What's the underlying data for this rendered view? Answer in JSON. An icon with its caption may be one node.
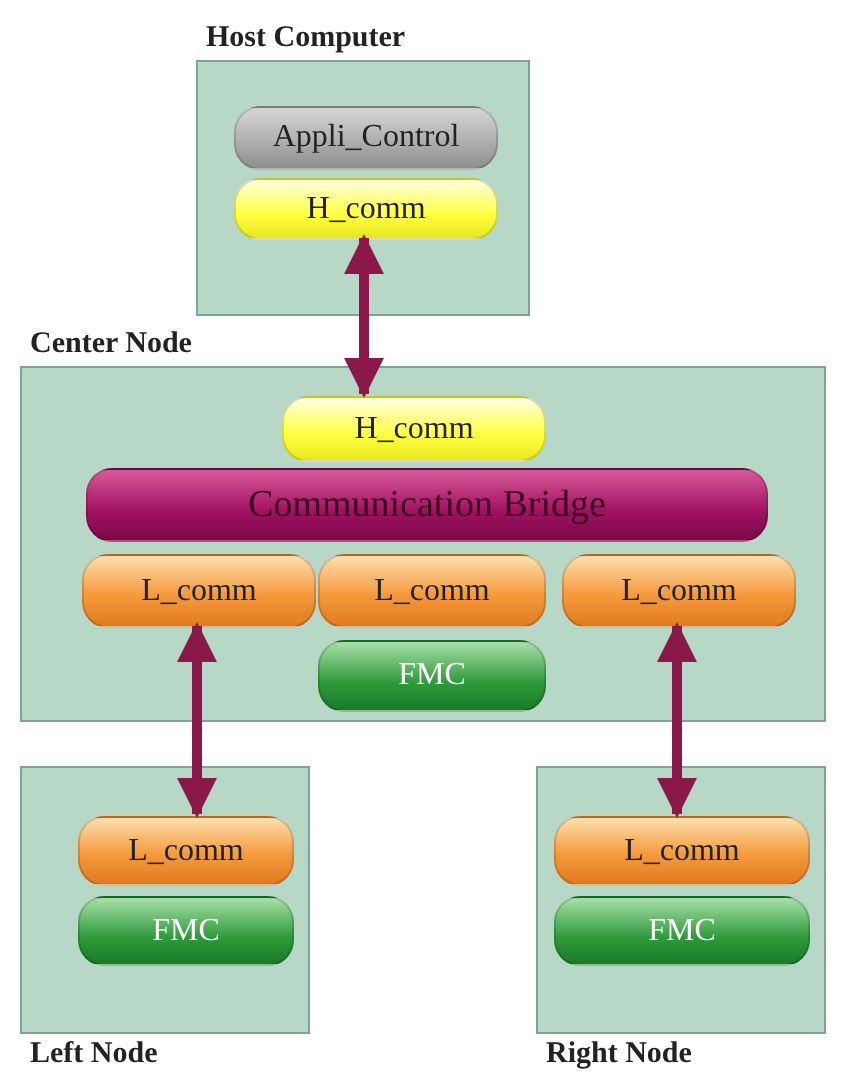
{
  "diagram": {
    "nodes": [
      {
        "text": [
          "Host Computer"
        ]
      },
      {
        "text": [
          "Appli_Control"
        ],
        "in": 0
      },
      {
        "text": [
          "H_comm"
        ],
        "in": 0
      },
      {
        "text": [
          "Center Node"
        ]
      },
      {
        "text": [
          "H_comm"
        ],
        "in": 3
      },
      {
        "text": [
          "Communication Bridge"
        ],
        "in": 3
      },
      {
        "text": [
          "L_comm"
        ],
        "in": 3
      },
      {
        "text": [
          "L_comm"
        ],
        "in": 3
      },
      {
        "text": [
          "L_comm"
        ],
        "in": 3
      },
      {
        "text": [
          "FMC"
        ],
        "in": 3
      },
      {
        "text": [
          "Left Node"
        ]
      },
      {
        "text": [
          "L_comm"
        ],
        "in": 10
      },
      {
        "text": [
          "FMC"
        ],
        "in": 10
      },
      {
        "text": [
          "Right Node"
        ]
      },
      {
        "text": [
          "L_comm"
        ],
        "in": 13
      },
      {
        "text": [
          "FMC"
        ],
        "in": 13
      }
    ],
    "edges": [
      {
        "from": 2,
        "to": 4,
        "arrow": "both"
      },
      {
        "from": 6,
        "to": 11,
        "arrow": "both"
      },
      {
        "from": 8,
        "to": 14,
        "arrow": "both"
      }
    ]
  }
}
